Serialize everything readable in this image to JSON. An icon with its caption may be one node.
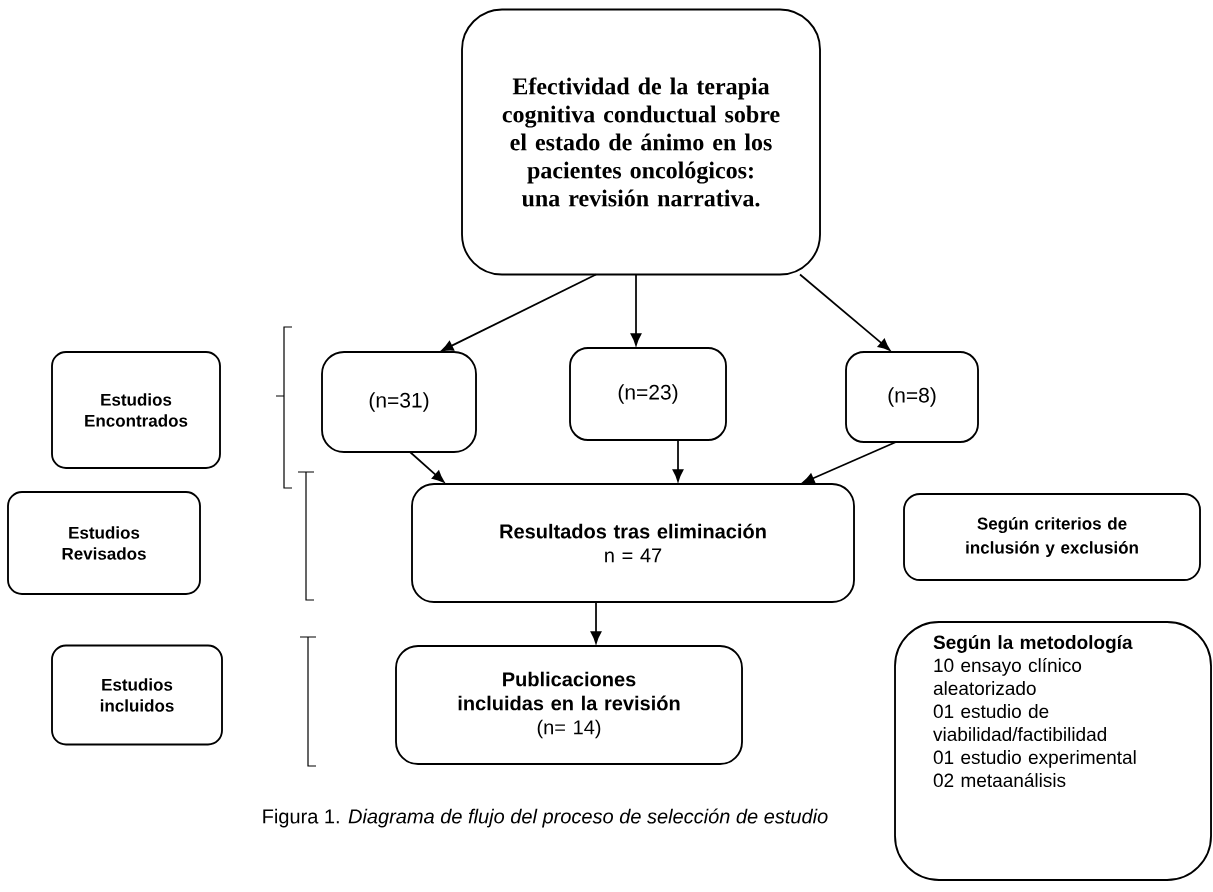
{
  "diagram": {
    "caption": "Figura 1. *Diagrama de flujo del proceso de selección de estudio*",
    "nodes": [
      {
        "text": [
          "Efectividad de la terapia cognitiva conductual sobre el estado de ánimo en los pacientes oncológicos: una revisión narrativa."
        ]
      },
      {
        "text": [
          "Estudios Encontrados"
        ]
      },
      {
        "text": [
          "(n=31)"
        ]
      },
      {
        "text": [
          "(n=23)"
        ]
      },
      {
        "text": [
          "(n=8)"
        ]
      },
      {
        "text": [
          "Estudios Revisados"
        ]
      },
      {
        "text": [
          "Resultados tras eliminación",
          "n = 47"
        ]
      },
      {
        "text": [
          "Según criterios de inclusión y exclusión"
        ]
      },
      {
        "text": [
          "Estudios incluidos"
        ]
      },
      {
        "text": [
          "Publicaciones incluidas en la revisión",
          "(n= 14)"
        ]
      },
      {
        "text": [
          "Según la metodología",
          "10 ensayo clínico aleatorizado",
          "01 estudio de viabilidad/factibilidad",
          "01 estudio experimental",
          "02 metaanálisis"
        ]
      }
    ],
    "edges": [
      {
        "from": 0,
        "to": 2,
        "arrow": "to"
      },
      {
        "from": 0,
        "to": 3,
        "arrow": "to"
      },
      {
        "from": 0,
        "to": 4,
        "arrow": "to"
      },
      {
        "from": 2,
        "to": 6,
        "arrow": "to"
      },
      {
        "from": 3,
        "to": 6,
        "arrow": "to"
      },
      {
        "from": 4,
        "to": 6,
        "arrow": "to"
      },
      {
        "from": 6,
        "to": 9,
        "arrow": "to"
      }
    ]
  }
}
